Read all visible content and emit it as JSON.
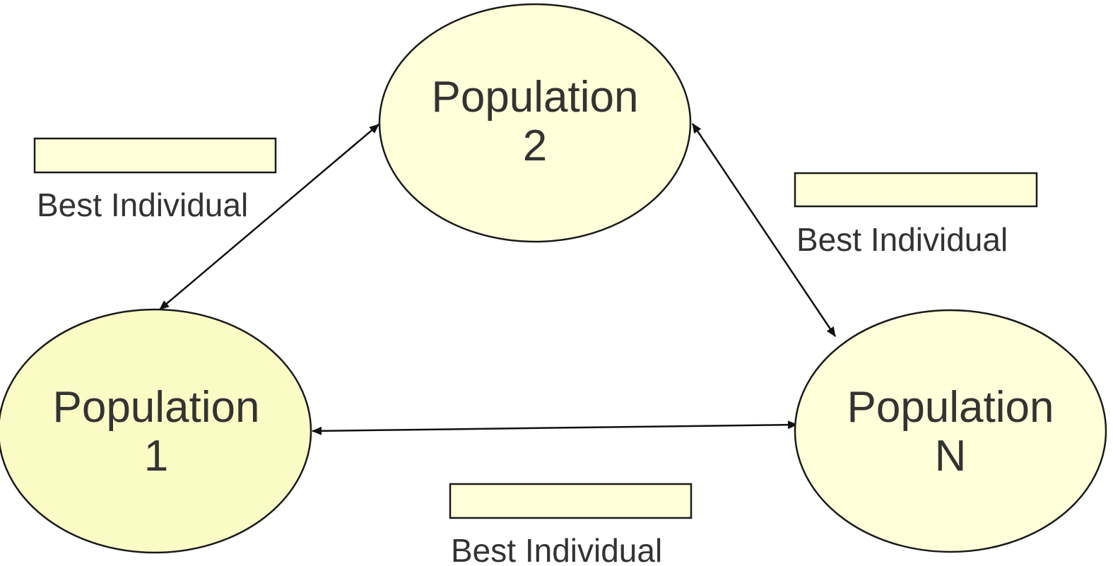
{
  "nodes": [
    {
      "id": "population-1",
      "line1": "Population",
      "line2": "1"
    },
    {
      "id": "population-2",
      "line1": "Population",
      "line2": "2"
    },
    {
      "id": "population-n",
      "line1": "Population",
      "line2": "N"
    }
  ],
  "migration_labels": [
    {
      "id": "edge-1-2",
      "text": "Best Individual"
    },
    {
      "id": "edge-2-n",
      "text": "Best Individual"
    },
    {
      "id": "edge-1-n",
      "text": "Best Individual"
    }
  ],
  "colors": {
    "node_fill": "#ffffd9",
    "stroke": "#1a1a1a",
    "text": "#333333"
  }
}
